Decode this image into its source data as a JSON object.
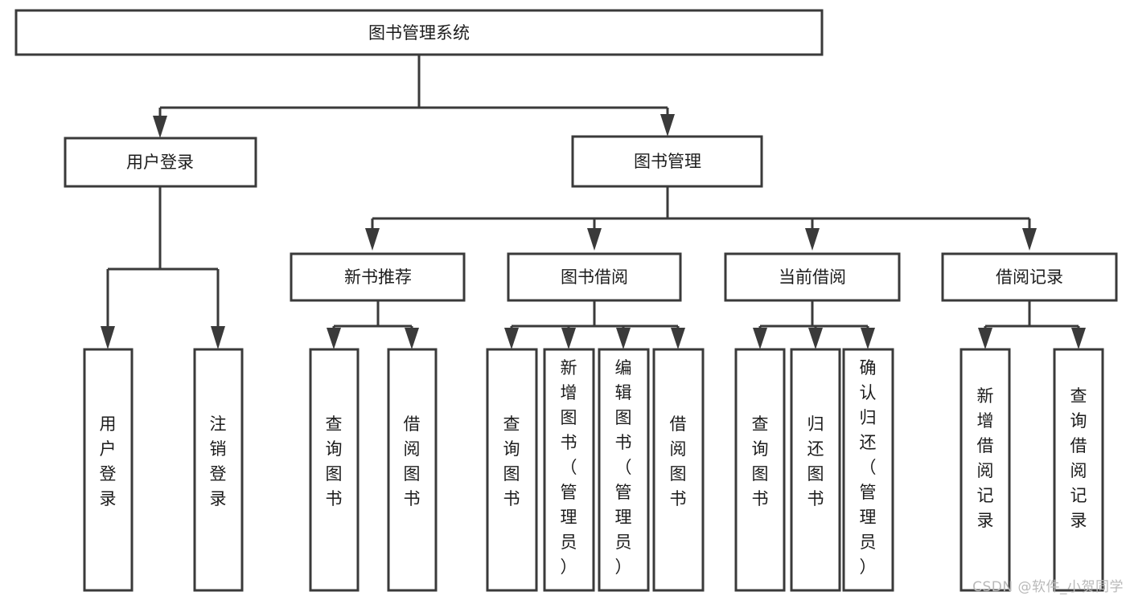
{
  "diagram": {
    "title": "图书管理系统",
    "type": "tree-hierarchy-chart",
    "watermark": "CSDN @软件_小贺同学",
    "colors": {
      "box_stroke": "#3a3a3a",
      "box_fill": "#ffffff",
      "text": "#1c1c1c",
      "connector": "#3a3a3a",
      "watermark": "#b9b9b9",
      "background": "#ffffff"
    },
    "root": {
      "label": "图书管理系统"
    },
    "level2": [
      {
        "id": "user-login",
        "label": "用户登录"
      },
      {
        "id": "book-manage",
        "label": "图书管理"
      }
    ],
    "level3": [
      {
        "id": "new-book-recommend",
        "label": "新书推荐",
        "parent": "book-manage"
      },
      {
        "id": "book-borrow",
        "label": "图书借阅",
        "parent": "book-manage"
      },
      {
        "id": "current-borrow",
        "label": "当前借阅",
        "parent": "book-manage"
      },
      {
        "id": "borrow-record",
        "label": "借阅记录",
        "parent": "book-manage"
      }
    ],
    "leaves": {
      "user-login": [
        {
          "id": "leaf-user-login",
          "label": "用户登录"
        },
        {
          "id": "leaf-user-logout",
          "label": "注销登录"
        }
      ],
      "new-book-recommend": [
        {
          "id": "leaf-query-book-1",
          "label": "查询图书"
        },
        {
          "id": "leaf-borrow-book-1",
          "label": "借阅图书"
        }
      ],
      "book-borrow": [
        {
          "id": "leaf-query-book-2",
          "label": "查询图书"
        },
        {
          "id": "leaf-add-book",
          "label": "新增图书（管理员）"
        },
        {
          "id": "leaf-edit-book",
          "label": "编辑图书（管理员）"
        },
        {
          "id": "leaf-borrow-book-2",
          "label": "借阅图书"
        }
      ],
      "current-borrow": [
        {
          "id": "leaf-query-book-3",
          "label": "查询图书"
        },
        {
          "id": "leaf-return-book",
          "label": "归还图书"
        },
        {
          "id": "leaf-confirm-return",
          "label": "确认归还（管理员）"
        }
      ],
      "borrow-record": [
        {
          "id": "leaf-add-record",
          "label": "新增借阅记录"
        },
        {
          "id": "leaf-query-record",
          "label": "查询借阅记录"
        }
      ]
    }
  }
}
